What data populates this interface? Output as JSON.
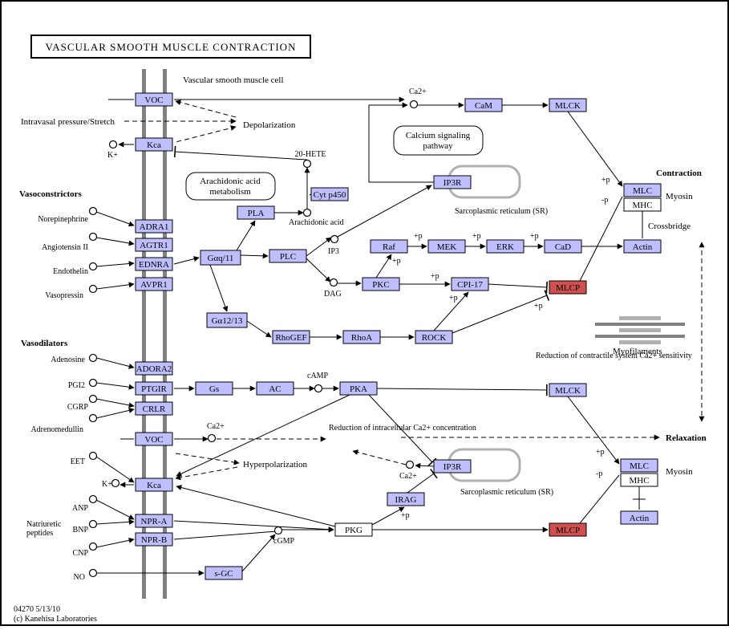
{
  "title": "VASCULAR SMOOTH MUSCLE CONTRACTION",
  "footer": {
    "id_date": "04270 5/13/10",
    "copyright": "(c) Kanehisa Laboratories"
  },
  "colors": {
    "gene_fill": "#bfbfff",
    "gene_border": "#000000",
    "highlight_fill": "#d05050",
    "membrane": "#808080",
    "plain_box": "#ffffff"
  },
  "cell_label": "Vascular smooth muscle cell",
  "section_labels": {
    "vasoconstrictors": "Vasoconstrictors",
    "vasodilators": "Vasodilators",
    "contraction": "Contraction",
    "relaxation": "Relaxation",
    "natriuretic": "Natriuretic peptides",
    "myofilaments": "Myofilaments",
    "crossbridge": "Crossbridge",
    "myosin_top": "Myosin",
    "myosin_bottom": "Myosin"
  },
  "pathway_labels": {
    "arachidonic_metabolism": "Arachidonic acid metabolism",
    "calcium_signaling": "Calcium signaling pathway"
  },
  "genes": {
    "voc_top": "VOC",
    "kca_top": "Kca",
    "adra1": "ADRA1",
    "agtr1": "AGTR1",
    "ednra": "EDNRA",
    "avpr1": "AVPR1",
    "adora2": "ADORA2",
    "ptgir": "PTGIR",
    "crlr": "CRLR",
    "voc_bottom": "VOC",
    "kca_bottom": "Kca",
    "npra": "NPR-A",
    "nprb": "NPR-B",
    "gaq": "Gαq/11",
    "ga12": "Gα12/13",
    "pla": "PLA",
    "plc": "PLC",
    "cyp450": "Cyt p450",
    "pkc": "PKC",
    "raf": "Raf",
    "mek": "MEK",
    "erk": "ERK",
    "cad": "CaD",
    "cpi17": "CPI-17",
    "rhogef": "RhoGEF",
    "rhoa": "RhoA",
    "rock": "ROCK",
    "cam": "CaM",
    "mlck_top": "MLCK",
    "ip3r_top": "IP3R",
    "mlc_top": "MLC",
    "mhc_top": "MHC",
    "actin_top": "Actin",
    "mlcp_top": "MLCP",
    "gs": "Gs",
    "ac": "AC",
    "pka": "PKA",
    "mlck_bottom": "MLCK",
    "ip3r_bottom": "IP3R",
    "irag": "IRAG",
    "pkg": "PKG",
    "sgc": "s-GC",
    "mlcp_bottom": "MLCP",
    "mlc_bottom": "MLC",
    "mhc_bottom": "MHC",
    "actin_bottom": "Actin"
  },
  "compounds": {
    "norepinephrine": "Norepinephrine",
    "angiotensin": "Angiotensin II",
    "endothelin": "Endothelin",
    "vasopressin": "Vasopressin",
    "adenosine": "Adenosine",
    "pgi2": "PGI2",
    "cgrp": "CGRP",
    "adrenomedullin": "Adrenomedullin",
    "eet": "EET",
    "anp": "ANP",
    "bnp": "BNP",
    "cnp": "CNP",
    "no": "NO",
    "k_top": "K+",
    "k_bottom": "K+",
    "hete": "20-HETE",
    "arachidonic": "Arachidonic acid",
    "ip3": "IP3",
    "dag": "DAG",
    "ca_top": "Ca2+",
    "ca_mid": "Ca2+",
    "ca_ip3r": "Ca2+",
    "camp": "cAMP",
    "cgmp": "cGMP"
  },
  "annotations": {
    "intravasal": "Intravasal pressure/Stretch",
    "depolarization": "Depolarization",
    "hyperpolarization": "Hyperpolarization",
    "sr_top": "Sarcoplasmic reticulum (SR)",
    "sr_bottom": "Sarcoplasmic reticulum (SR)",
    "reduction_ca": "Reduction of intracellular Ca2+ concentration",
    "reduction_sens": "Reduction of contractile system Ca2+ sensitivity",
    "plus_p": "+p",
    "minus_p": "-p"
  }
}
